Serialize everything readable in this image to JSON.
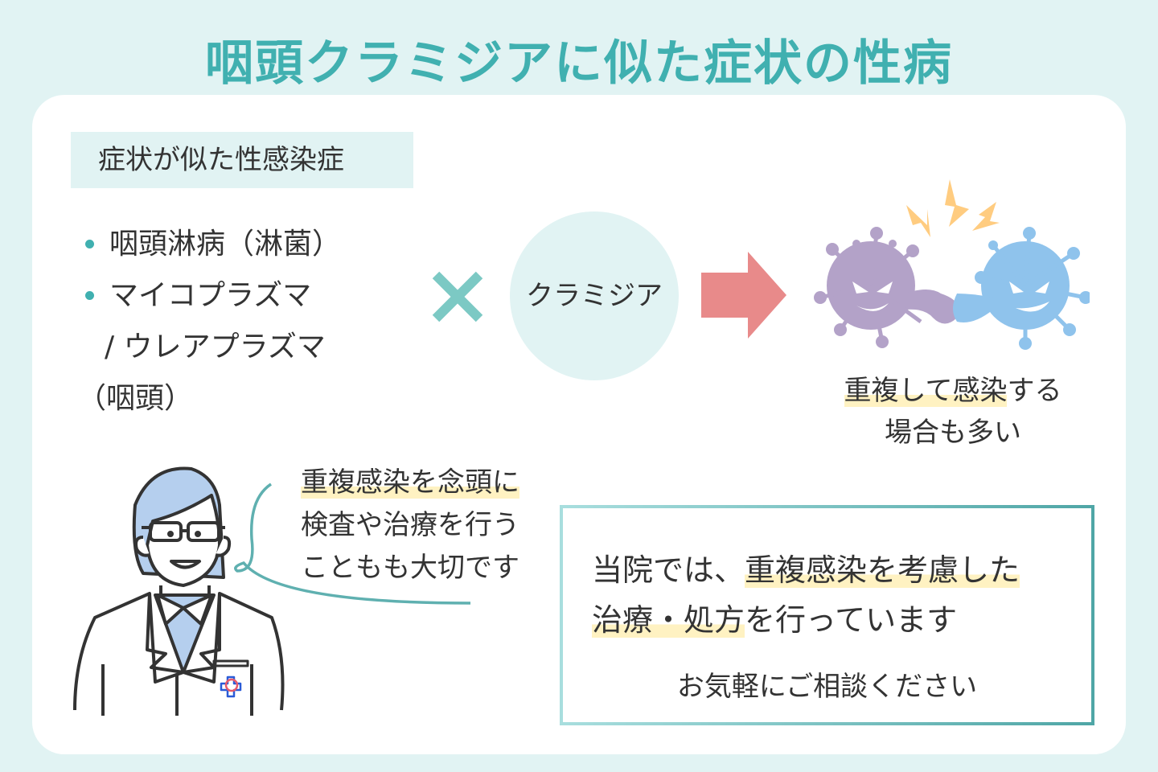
{
  "title": "咽頭クラミジアに似た症状の性病",
  "section_label": "症状が似た性感染症",
  "diseases": [
    {
      "label": "咽頭淋病（淋菌）"
    },
    {
      "label": "マイコプラズマ",
      "sub": "/ ウレアプラズマ",
      "sub2": "（咽頭）"
    }
  ],
  "circle_label": "クラミジア",
  "caption": {
    "hl": "重複して感染",
    "rest": "する",
    "line2": "場合も多い"
  },
  "speech": {
    "hl": "重複感染を念頭に",
    "line2": "検査や治療を行う",
    "line3": "こともも大切です"
  },
  "box": {
    "p1": "当院では、",
    "hl1": "重複感染を考慮した",
    "hl2": "治療・処方",
    "p2": "を行っています",
    "footer": "お気軽にご相談ください"
  },
  "colors": {
    "accent": "#40b0b0",
    "arrow": "#e88a8a",
    "virus1": "#b3a2c8",
    "virus2": "#8fc3ec",
    "bolt": "#ffcc80",
    "highlight": "#fff2c2"
  }
}
